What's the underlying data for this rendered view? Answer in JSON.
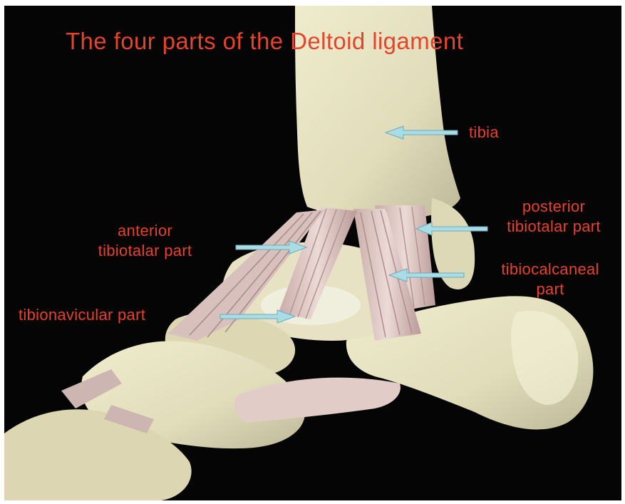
{
  "title": "The four parts of the Deltoid ligament",
  "labels": {
    "tibia": "tibia",
    "posterior_line1": "posterior",
    "posterior_line2": "tibiotalar part",
    "anterior_line1": "anterior",
    "anterior_line2": "tibiotalar part",
    "tibiocalcaneal_line1": "tibiocalcaneal",
    "tibiocalcaneal_line2": "part",
    "tibionavicular": "tibionavicular part"
  },
  "colors": {
    "background": "#050505",
    "label_text": "#e8402a",
    "bone": "#e4e1c0",
    "ligament": "#d9c3bf",
    "arrow": "#a8dde6"
  }
}
